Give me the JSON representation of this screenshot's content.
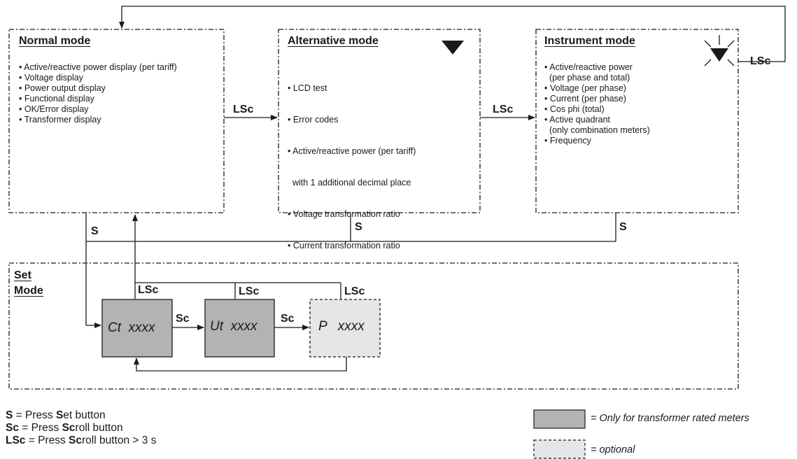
{
  "modes": {
    "normal": {
      "title": "Normal mode",
      "items": [
        "• Active/reactive power display (per tariff)",
        "• Voltage display",
        "• Power output display",
        "• Functional display",
        "• OK/Error display",
        "• Transformer display"
      ]
    },
    "alternative": {
      "title": "Alternative mode",
      "icon": "solid-down-triangle-icon",
      "items": [
        "• LCD test",
        "• Error codes",
        "• Active/reactive power (per tariff)",
        "  with 1 additional decimal place",
        "• Voltage transformation ratio",
        "• Current transformation ratio"
      ]
    },
    "instrument": {
      "title": "Instrument mode",
      "icon": "flashing-triangle-icon",
      "items": [
        "• Active/reactive power",
        "  (per phase and total)",
        "• Voltage (per phase)",
        "• Current (per phase)",
        "• Cos phi (total)",
        "• Active quadrant",
        "  (only combination meters)",
        "• Frequency"
      ]
    }
  },
  "set_mode": {
    "title_line1": "Set",
    "title_line2": "Mode",
    "boxes": [
      {
        "text": "Ct  xxxx",
        "kind": "transformer"
      },
      {
        "text": "Ut  xxxx",
        "kind": "transformer"
      },
      {
        "text": "P   xxxx",
        "kind": "optional"
      }
    ]
  },
  "labels": {
    "lsc": "LSc",
    "s": "S",
    "sc": "Sc"
  },
  "legend": {
    "s_key": "S",
    "s_desc": " = Press ",
    "s_bold": "S",
    "s_rest": "et button",
    "sc_key": "Sc",
    "sc_desc": " = Press ",
    "sc_bold": "Sc",
    "sc_rest": "roll button",
    "lsc_key": "LSc",
    "lsc_desc": " = Press ",
    "lsc_bold": "Sc",
    "lsc_rest": "roll button > 3 s",
    "transformer_key": "= Only for transformer rated meters",
    "optional_key": "= optional"
  },
  "colors": {
    "transformer_fill": "#b3b3b3",
    "optional_fill": "#e6e6e6",
    "line": "#1a1a1a"
  }
}
